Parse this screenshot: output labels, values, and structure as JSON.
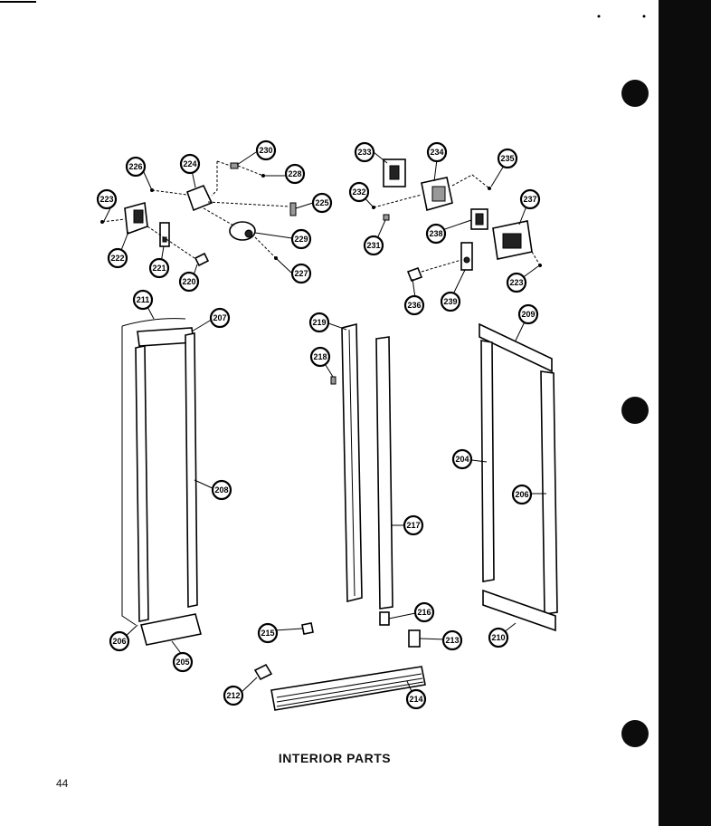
{
  "title": "INTERIOR PARTS",
  "page_number": "44",
  "callouts": [
    "226",
    "224",
    "230",
    "228",
    "233",
    "234",
    "235",
    "223",
    "222",
    "221",
    "220",
    "229",
    "227",
    "225",
    "232",
    "231",
    "236",
    "237",
    "238",
    "239",
    "211",
    "207",
    "219",
    "218",
    "209",
    "208",
    "217",
    "204",
    "206",
    "216",
    "215",
    "213",
    "206",
    "205",
    "212",
    "214",
    "210",
    "223"
  ]
}
